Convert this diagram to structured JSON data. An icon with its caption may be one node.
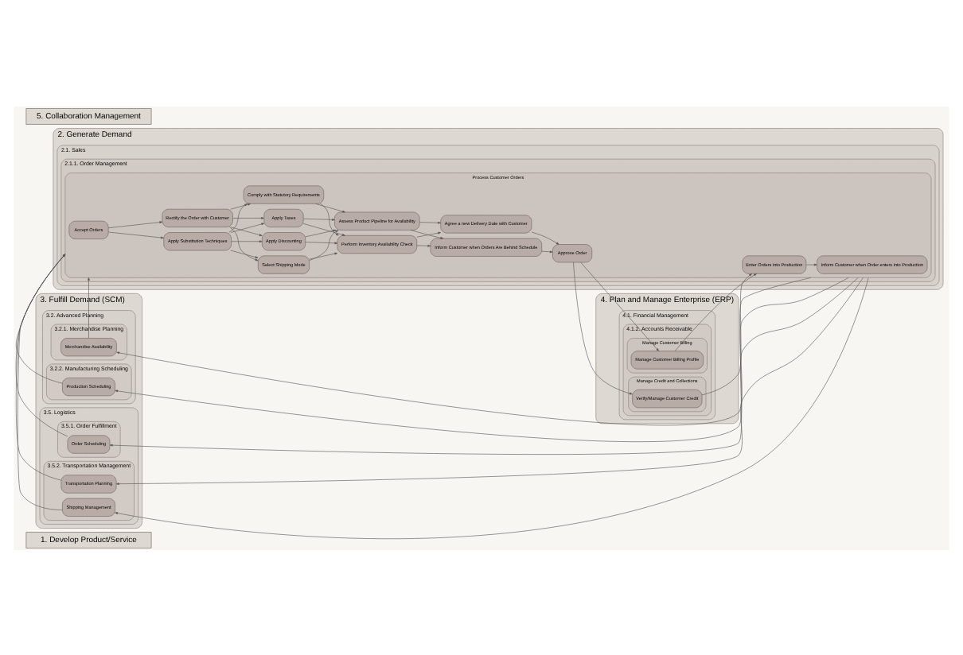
{
  "diagram": {
    "nodes": [
      {
        "text": [
          "1. Develop Product/Service"
        ]
      },
      {
        "text": [
          "2. Generate Demand"
        ]
      },
      {
        "text": [
          "2.1. Sales"
        ],
        "in": 1
      },
      {
        "text": [
          "2.1.1. Order Management"
        ],
        "in": 2
      },
      {
        "text": [
          "Process Customer Orders"
        ],
        "in": 3
      },
      {
        "text": [
          "Accept Orders"
        ],
        "in": 4
      },
      {
        "text": [
          "Apply Substitution Techniques"
        ],
        "in": 4
      },
      {
        "text": [
          "Rectify the Order with Customer"
        ],
        "in": 4
      },
      {
        "text": [
          "Select Shipping Mode"
        ],
        "in": 4
      },
      {
        "text": [
          "Apply Discounting"
        ],
        "in": 4
      },
      {
        "text": [
          "Apply Taxes"
        ],
        "in": 4
      },
      {
        "text": [
          "Comply with Statutory Requirements"
        ],
        "in": 4
      },
      {
        "text": [
          "Perform Inventory Availability Check"
        ],
        "in": 4
      },
      {
        "text": [
          "Assess Product Pipeline for Availability"
        ],
        "in": 4
      },
      {
        "text": [
          "Inform Customer when Orders Are Behind Schedule"
        ],
        "in": 4
      },
      {
        "text": [
          "Agree a new Delivery Date with Customer"
        ],
        "in": 4
      },
      {
        "text": [
          "Approve Order"
        ],
        "in": 4
      },
      {
        "text": [
          "Enter Orders into Production"
        ],
        "in": 4
      },
      {
        "text": [
          "Inform Customer when Order enters into Production"
        ],
        "in": 4
      },
      {
        "text": [
          "5. Collaboration Management"
        ]
      },
      {
        "text": [
          "3. Fulfill Demand (SCM)"
        ]
      },
      {
        "text": [
          "3.2. Advanced Planning"
        ],
        "in": 20
      },
      {
        "text": [
          "3.2.1. Merchandise Planning"
        ],
        "in": 21
      },
      {
        "text": [
          "Merchandise Availability"
        ],
        "in": 22
      },
      {
        "text": [
          "3.2.2. Manufacturing Scheduling"
        ],
        "in": 21
      },
      {
        "text": [
          "Production Scheduling"
        ],
        "in": 24
      },
      {
        "text": [
          "3.5. Logistics"
        ],
        "in": 20
      },
      {
        "text": [
          "3.5.1. Order Fulfillment"
        ],
        "in": 26
      },
      {
        "text": [
          "Order Scheduling"
        ],
        "in": 27
      },
      {
        "text": [
          "3.5.2. Transportation Management"
        ],
        "in": 26
      },
      {
        "text": [
          "Transportation Planning"
        ],
        "in": 29
      },
      {
        "text": [
          "Shipping Management"
        ],
        "in": 29
      },
      {
        "text": [
          "4. Plan and Manage Enterprise (ERP)"
        ]
      },
      {
        "text": [
          "4.1. Financial Management"
        ],
        "in": 32
      },
      {
        "text": [
          "4.1.2. Accounts Receivable"
        ],
        "in": 33
      },
      {
        "text": [
          "Manage Customer Billing"
        ],
        "in": 34
      },
      {
        "text": [
          "Manage Customer Billing Profile"
        ],
        "in": 35
      },
      {
        "text": [
          "Manage Credit and Collections"
        ],
        "in": 34
      },
      {
        "text": [
          "Verify/Manage Customer Credit"
        ],
        "in": 37
      }
    ],
    "edges": [
      {
        "from": 5,
        "to": 6,
        "arrow": "to"
      },
      {
        "from": 5,
        "to": 7,
        "arrow": "to"
      },
      {
        "from": 6,
        "to": 8,
        "arrow": "to"
      },
      {
        "from": 6,
        "to": 9,
        "arrow": "to"
      },
      {
        "from": 6,
        "to": 10,
        "arrow": "to"
      },
      {
        "from": 6,
        "to": 11,
        "arrow": "to"
      },
      {
        "from": 7,
        "to": 8,
        "arrow": "to"
      },
      {
        "from": 7,
        "to": 9,
        "arrow": "to"
      },
      {
        "from": 7,
        "to": 10,
        "arrow": "to"
      },
      {
        "from": 7,
        "to": 11,
        "arrow": "to"
      },
      {
        "from": 8,
        "to": 12,
        "arrow": "to"
      },
      {
        "from": 8,
        "to": 13,
        "arrow": "to"
      },
      {
        "from": 9,
        "to": 12,
        "arrow": "to"
      },
      {
        "from": 9,
        "to": 13,
        "arrow": "to"
      },
      {
        "from": 10,
        "to": 12,
        "arrow": "to"
      },
      {
        "from": 10,
        "to": 13,
        "arrow": "to"
      },
      {
        "from": 11,
        "to": 12,
        "arrow": "to"
      },
      {
        "from": 11,
        "to": 13,
        "arrow": "to"
      },
      {
        "from": 12,
        "to": 14,
        "arrow": "to"
      },
      {
        "from": 12,
        "to": 15,
        "arrow": "to"
      },
      {
        "from": 13,
        "to": 14,
        "arrow": "to"
      },
      {
        "from": 13,
        "to": 15,
        "arrow": "to"
      },
      {
        "from": 14,
        "to": 16,
        "arrow": "to"
      },
      {
        "from": 15,
        "to": 16,
        "arrow": "to"
      },
      {
        "from": 17,
        "to": 18,
        "arrow": "to"
      },
      {
        "from": 4,
        "to": 23,
        "arrow": "to"
      },
      {
        "from": 4,
        "to": 25,
        "arrow": "to"
      },
      {
        "from": 4,
        "to": 28,
        "arrow": "to"
      },
      {
        "from": 4,
        "to": 30,
        "arrow": "to"
      },
      {
        "from": 4,
        "to": 31,
        "arrow": "to"
      },
      {
        "from": 23,
        "to": 4,
        "arrow": "to"
      },
      {
        "from": 25,
        "to": 4,
        "arrow": "to"
      },
      {
        "from": 28,
        "to": 4,
        "arrow": "to"
      },
      {
        "from": 30,
        "to": 4,
        "arrow": "to"
      },
      {
        "from": 31,
        "to": 4,
        "arrow": "to"
      },
      {
        "from": 16,
        "to": 36,
        "arrow": "to"
      },
      {
        "from": 16,
        "to": 38,
        "arrow": "to"
      },
      {
        "from": 36,
        "to": 17,
        "arrow": "to"
      },
      {
        "from": 38,
        "to": 17,
        "arrow": "to"
      }
    ]
  }
}
